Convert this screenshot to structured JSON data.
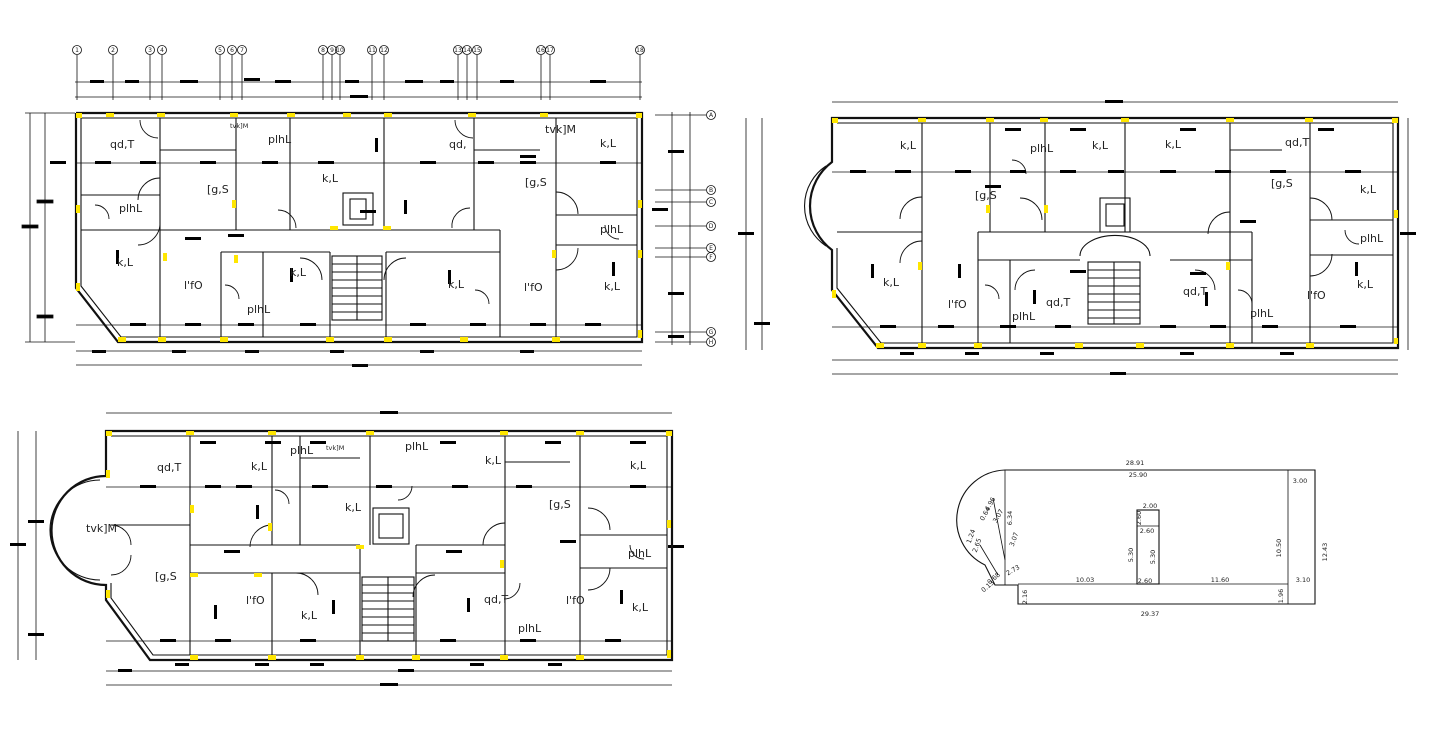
{
  "grid_axes": {
    "columns": [
      "1",
      "2",
      "3",
      "4",
      "5",
      "6",
      "7",
      "8",
      "9",
      "10",
      "11",
      "12",
      "13",
      "14",
      "15",
      "16",
      "17",
      "18"
    ],
    "rows": [
      "A",
      "B",
      "C",
      "D",
      "E",
      "F",
      "G",
      "H"
    ]
  },
  "plans": [
    {
      "id": "plan-1",
      "rooms": [
        {
          "label": "qd,T"
        },
        {
          "label": "tvk]M"
        },
        {
          "label": "plhL"
        },
        {
          "label": "[g,S"
        },
        {
          "label": "plhL"
        },
        {
          "label": "k,L"
        },
        {
          "label": "k,L"
        },
        {
          "label": "l'fO"
        },
        {
          "label": "k,L"
        },
        {
          "label": "plhL"
        },
        {
          "label": "qd,"
        },
        {
          "label": "[g,S"
        },
        {
          "label": "tvk]M"
        },
        {
          "label": "k,L"
        },
        {
          "label": "plhL"
        },
        {
          "label": "l'fO"
        },
        {
          "label": "k,L"
        },
        {
          "label": "k,L"
        }
      ]
    },
    {
      "id": "plan-2",
      "rooms": [
        {
          "label": "k,L"
        },
        {
          "label": "plhL"
        },
        {
          "label": "k,L"
        },
        {
          "label": "k,L"
        },
        {
          "label": "qd,T"
        },
        {
          "label": "[g,S"
        },
        {
          "label": "[g,S"
        },
        {
          "label": "k,L"
        },
        {
          "label": "plhL"
        },
        {
          "label": "k,L"
        },
        {
          "label": "l'fO"
        },
        {
          "label": "plhL"
        },
        {
          "label": "qd,T"
        },
        {
          "label": "qd,T"
        },
        {
          "label": "plhL"
        },
        {
          "label": "l'fO"
        },
        {
          "label": "k,L"
        }
      ]
    },
    {
      "id": "plan-3",
      "rooms": [
        {
          "label": "qd,T"
        },
        {
          "label": "k,L"
        },
        {
          "label": "plhL"
        },
        {
          "label": "tvk]M"
        },
        {
          "label": "plhL"
        },
        {
          "label": "k,L"
        },
        {
          "label": "k,L"
        },
        {
          "label": "tvk]M"
        },
        {
          "label": "k,L"
        },
        {
          "label": "[g,S"
        },
        {
          "label": "[g,S"
        },
        {
          "label": "plhL"
        },
        {
          "label": "l'fO"
        },
        {
          "label": "k,L"
        },
        {
          "label": "qd,T"
        },
        {
          "label": "l'fO"
        },
        {
          "label": "plhL"
        },
        {
          "label": "k,L"
        }
      ]
    }
  ],
  "site_plan": {
    "dimensions": [
      {
        "label": "28.91"
      },
      {
        "label": "25.90"
      },
      {
        "label": "3.00"
      },
      {
        "label": "2.00"
      },
      {
        "label": "2.60"
      },
      {
        "label": "2.60"
      },
      {
        "label": "5.30"
      },
      {
        "label": "5.30"
      },
      {
        "label": "2.60"
      },
      {
        "label": "10.50"
      },
      {
        "label": "12.43"
      },
      {
        "label": "10.03"
      },
      {
        "label": "11.60"
      },
      {
        "label": "3.10"
      },
      {
        "label": "2.16"
      },
      {
        "label": "1.96"
      },
      {
        "label": "29.37"
      },
      {
        "label": "2.73"
      },
      {
        "label": "3.07"
      },
      {
        "label": "6.34"
      },
      {
        "label": "4.96"
      },
      {
        "label": "3.07"
      },
      {
        "label": "0.64"
      },
      {
        "label": "0.68"
      },
      {
        "label": "1.24"
      },
      {
        "label": "0.13"
      },
      {
        "label": "2.65"
      }
    ]
  },
  "colors": {
    "line": "#111111",
    "column_marker": "#ffe600",
    "background": "#ffffff"
  }
}
